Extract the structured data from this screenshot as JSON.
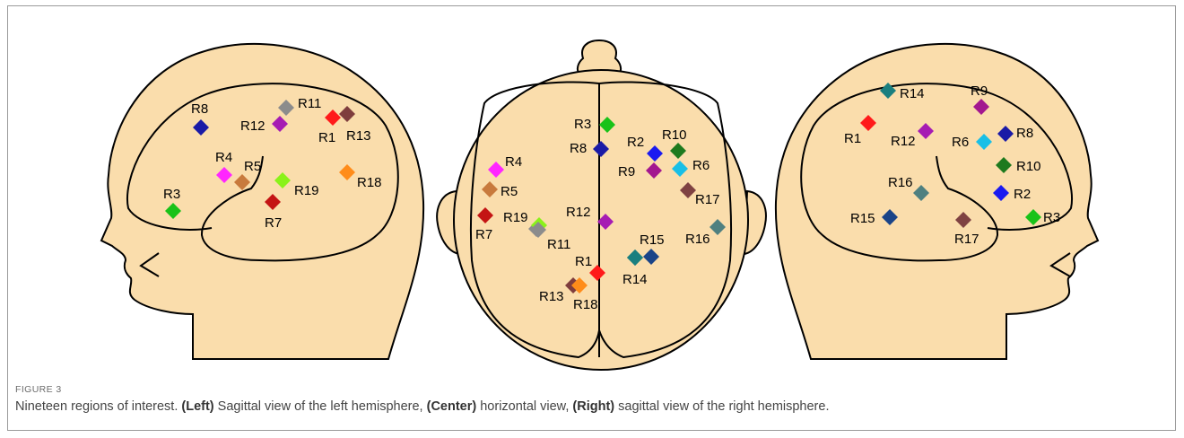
{
  "figure": {
    "label": "FIGURE 3",
    "caption": [
      {
        "text": "Nineteen regions of interest. ",
        "bold": false
      },
      {
        "text": "(Left)",
        "bold": true
      },
      {
        "text": " Sagittal view of the left hemisphere, ",
        "bold": false
      },
      {
        "text": "(Center)",
        "bold": true
      },
      {
        "text": " horizontal view, ",
        "bold": false
      },
      {
        "text": "(Right)",
        "bold": true
      },
      {
        "text": " sagittal view of the right hemisphere.",
        "bold": false
      }
    ]
  },
  "colors": {
    "skin": "#FADDAC",
    "outline": "#000000",
    "R1": "#FF1A1A",
    "R2": "#1A1AF0",
    "R3": "#19C219",
    "R4": "#FF26FF",
    "R5": "#C87A3D",
    "R6": "#19BFE6",
    "R7": "#C41414",
    "R8": "#1A1AA6",
    "R9": "#A3178F",
    "R10": "#1E7A1E",
    "R11": "#8C8C8C",
    "R12": "#A61CB3",
    "R13": "#7F3D3D",
    "R14": "#1A7F7F",
    "R15": "#1A4488",
    "R16": "#4F8080",
    "R17": "#7F4242",
    "R18": "#FF8C1A",
    "R19": "#8AF21A"
  },
  "views": [
    {
      "id": "left",
      "markers": [
        {
          "region": "R8",
          "label": "R8"
        },
        {
          "region": "R11",
          "label": "R11"
        },
        {
          "region": "R12",
          "label": "R12"
        },
        {
          "region": "R1",
          "label": "R1"
        },
        {
          "region": "R13",
          "label": "R13"
        },
        {
          "region": "R4",
          "label": "R4"
        },
        {
          "region": "R5",
          "label": "R5"
        },
        {
          "region": "R19",
          "label": "R19"
        },
        {
          "region": "R18",
          "label": "R18"
        },
        {
          "region": "R7",
          "label": "R7"
        },
        {
          "region": "R3",
          "label": "R3"
        }
      ]
    },
    {
      "id": "center",
      "markers": [
        {
          "region": "R3",
          "label": "R3"
        },
        {
          "region": "R8",
          "label": "R8"
        },
        {
          "region": "R2",
          "label": "R2"
        },
        {
          "region": "R10",
          "label": "R10"
        },
        {
          "region": "R9",
          "label": "R9"
        },
        {
          "region": "R6",
          "label": "R6"
        },
        {
          "region": "R4",
          "label": "R4"
        },
        {
          "region": "R17",
          "label": "R17"
        },
        {
          "region": "R5",
          "label": "R5"
        },
        {
          "region": "R7",
          "label": "R7"
        },
        {
          "region": "R12",
          "label": "R12"
        },
        {
          "region": "R11",
          "label": ""
        },
        {
          "region": "R19",
          "label": "R19"
        },
        {
          "region": "R11",
          "label": "R11"
        },
        {
          "region": "R16",
          "label": "R16"
        },
        {
          "region": "R14",
          "label": ""
        },
        {
          "region": "R15",
          "label": "R15"
        },
        {
          "region": "R14",
          "label": "R14"
        },
        {
          "region": "R1",
          "label": "R1"
        },
        {
          "region": "R13",
          "label": "R13"
        },
        {
          "region": "R18",
          "label": "R18"
        }
      ]
    },
    {
      "id": "right",
      "markers": [
        {
          "region": "R14",
          "label": "R14"
        },
        {
          "region": "R9",
          "label": "R9"
        },
        {
          "region": "R1",
          "label": "R1"
        },
        {
          "region": "R12",
          "label": "R12"
        },
        {
          "region": "R6",
          "label": "R6"
        },
        {
          "region": "R8",
          "label": "R8"
        },
        {
          "region": "R10",
          "label": "R10"
        },
        {
          "region": "R16",
          "label": "R16"
        },
        {
          "region": "R2",
          "label": "R2"
        },
        {
          "region": "R15",
          "label": "R15"
        },
        {
          "region": "R17",
          "label": "R17"
        },
        {
          "region": "R3",
          "label": "R3"
        }
      ]
    }
  ]
}
